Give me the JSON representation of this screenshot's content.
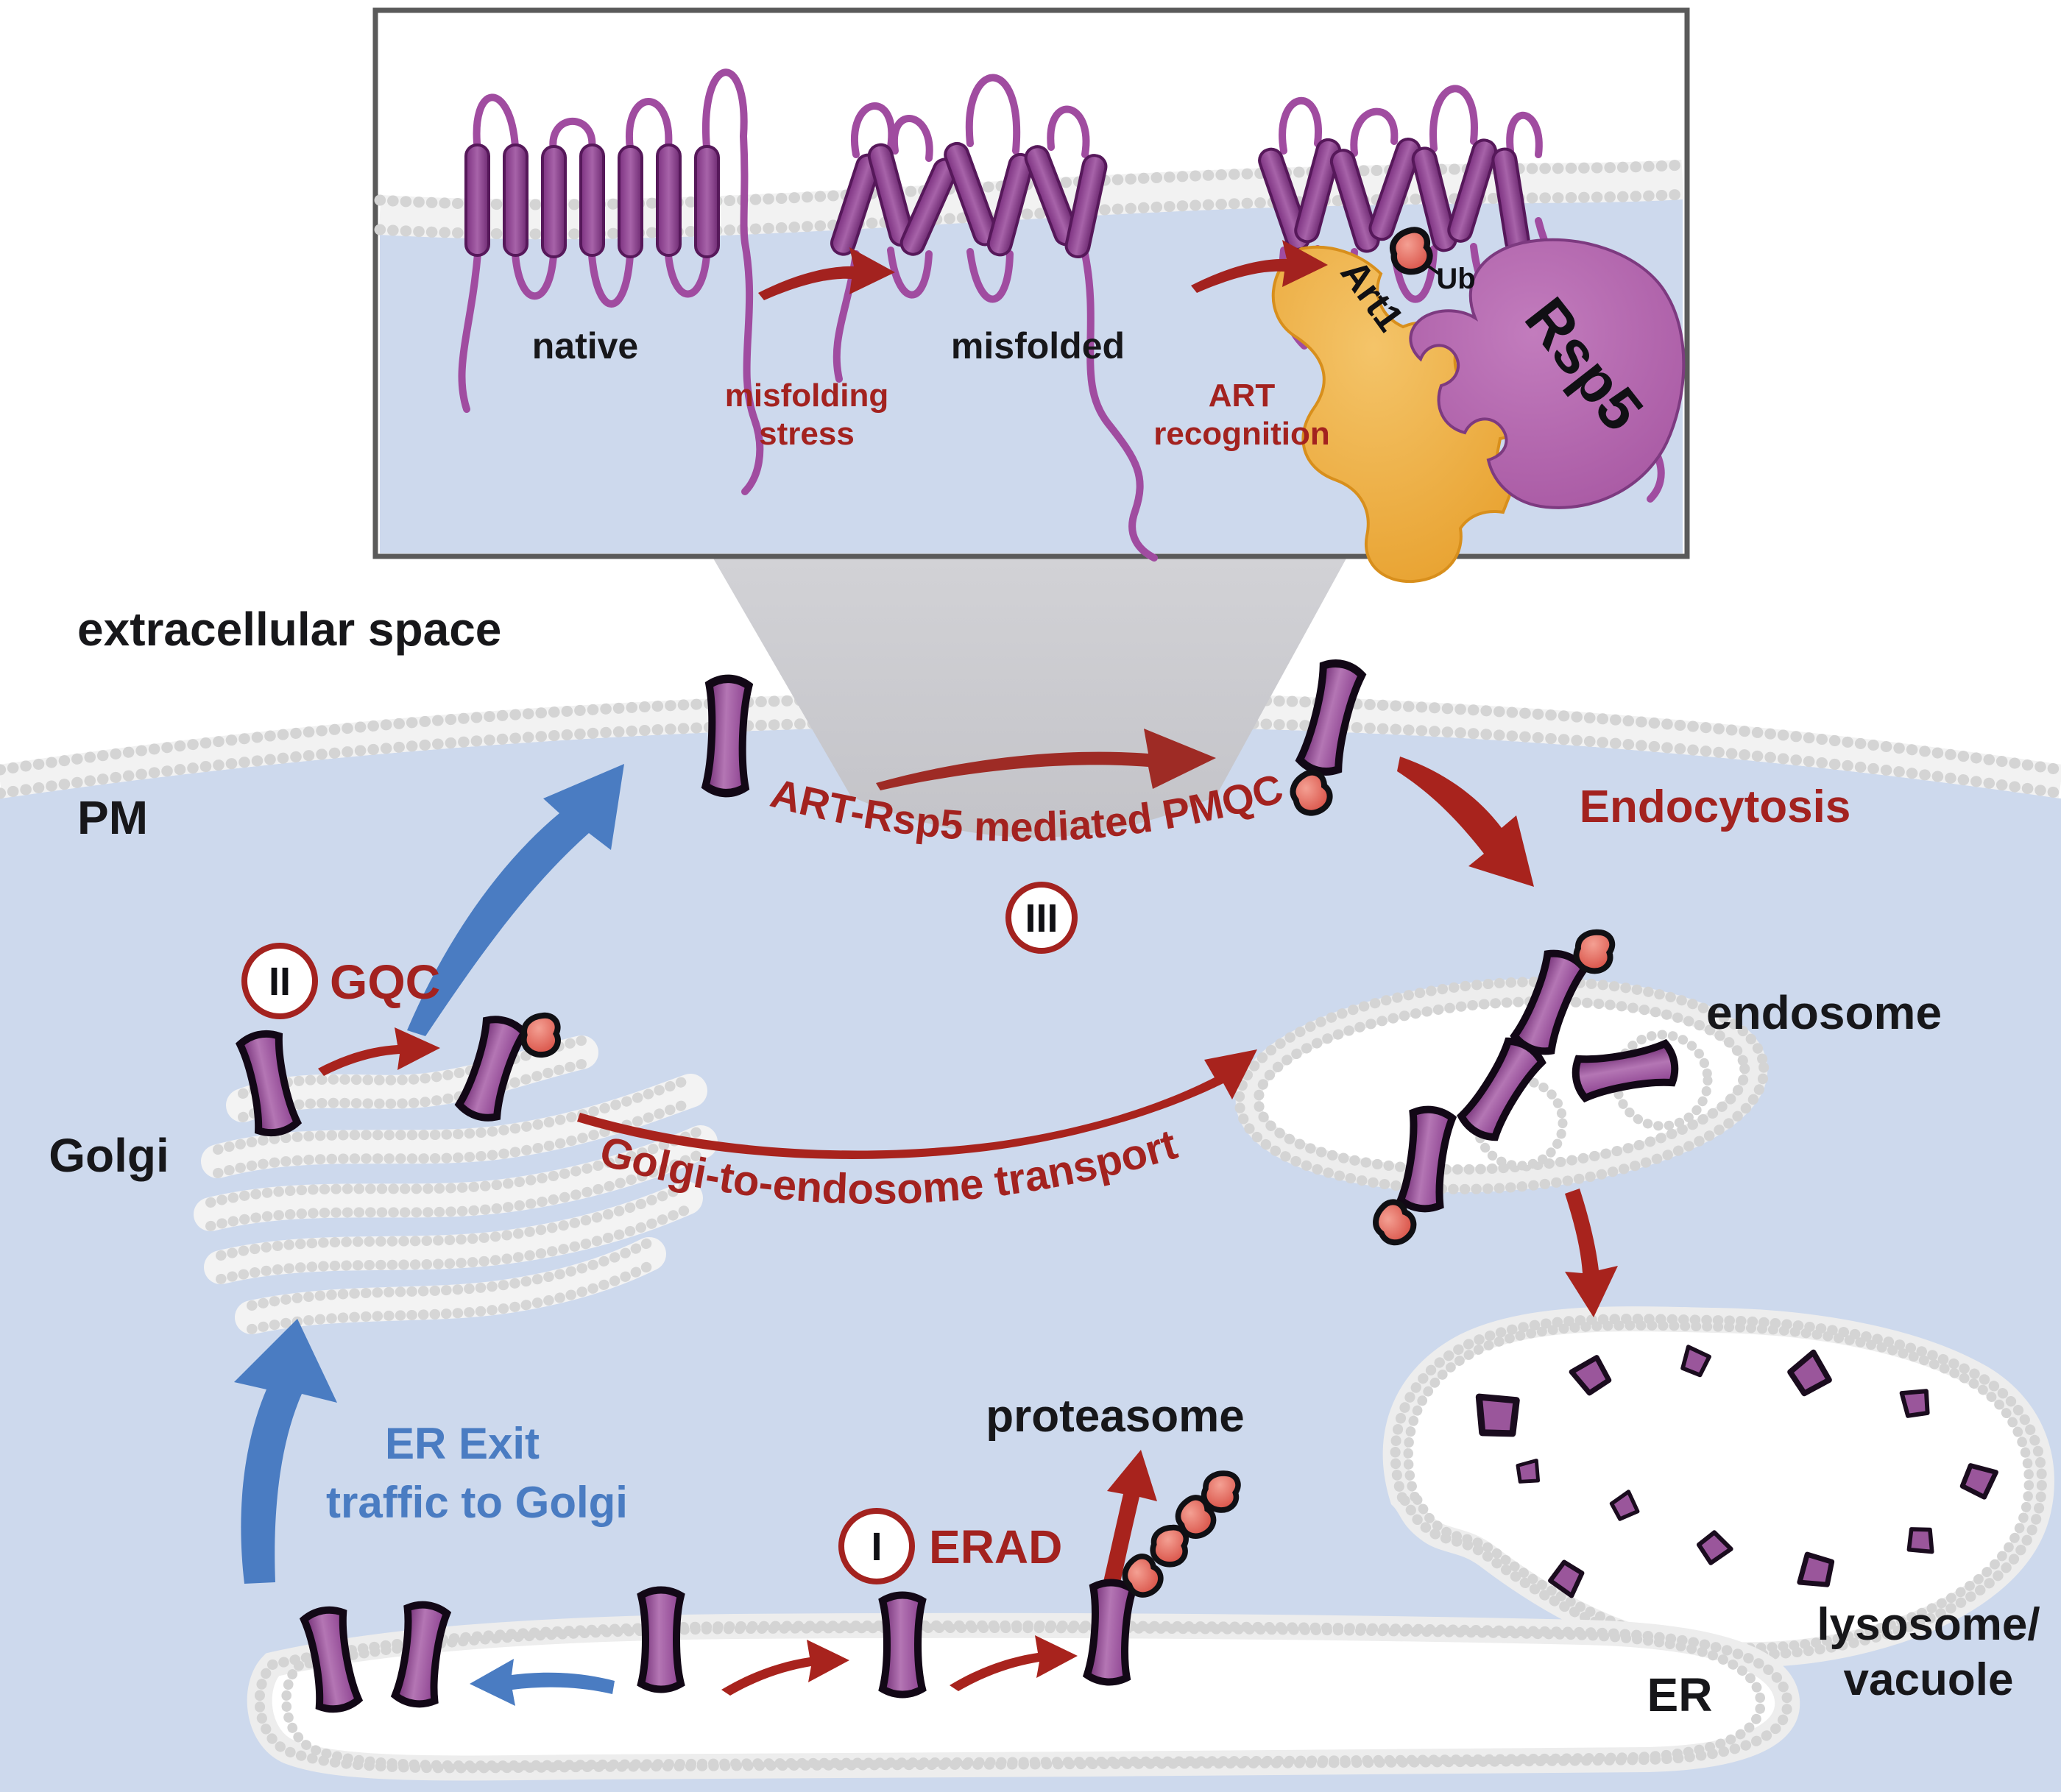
{
  "figure": {
    "title_semantic": "ART-Rsp5 mediated plasma membrane quality control pathway diagram",
    "inset": {
      "native_label": "native",
      "misfolded_label": "misfolded",
      "misfolding_stress_line1": "misfolding",
      "misfolding_stress_line2": "stress",
      "art_recognition_line1": "ART",
      "art_recognition_line2": "recognition",
      "art1_label": "Art1",
      "ub_label": "Ub",
      "rsp5_label": "Rsp5"
    },
    "cell": {
      "extracellular_label": "extracellular space",
      "pm_label": "PM",
      "endocytosis_label": "Endocytosis",
      "endosome_label": "endosome",
      "golgi_label": "Golgi",
      "er_label": "ER",
      "proteasome_label": "proteasome",
      "lysosome_label_line1": "lysosome/",
      "lysosome_label_line2": "vacuole"
    },
    "pathways": {
      "pmqc_badge": "III",
      "pmqc_label": "ART-Rsp5 mediated PMQC",
      "gqc_badge": "II",
      "gqc_label": "GQC",
      "erad_badge": "I",
      "erad_label": "ERAD",
      "golgi_to_endosome_label": "Golgi-to-endosome transport",
      "er_exit_line1": "ER Exit",
      "er_exit_line2": "traffic to Golgi"
    },
    "colors": {
      "cytoplasm_blue": "#cdd9ed",
      "membrane_grey": "#d6d6d6",
      "pathway_red": "#a3221f",
      "traffic_blue": "#4a7cc2",
      "protein_purple": "#8a3f8e",
      "ubiquitin_red": "#d4443a",
      "art1_orange": "#eda73b",
      "rsp5_purple": "#b765b1",
      "spotlight_grey": "#c9c9cd"
    }
  }
}
